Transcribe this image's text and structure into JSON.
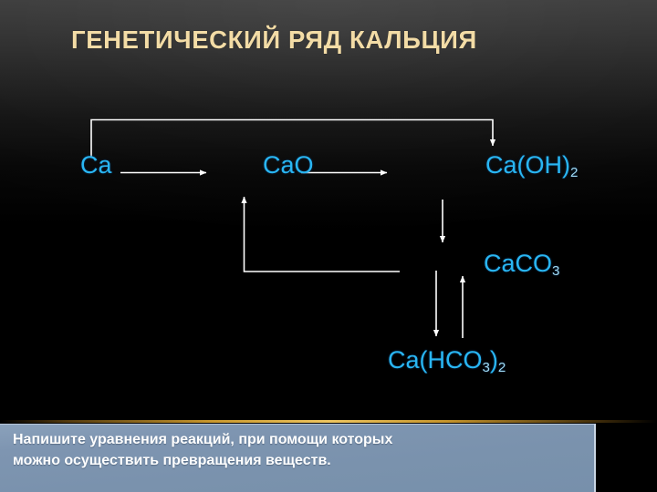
{
  "slide": {
    "title": "ГЕНЕТИЧЕСКИЙ РЯД КАЛЬЦИЯ",
    "title_color": "#f3dca6",
    "background_color": "#000000",
    "formula_color": "#29b6f2",
    "arrow_color": "#ffffff"
  },
  "formulas": {
    "calcium": "Ca",
    "calcium_oxide": "CaO",
    "calcium_hydroxide_main": "Ca(OH)",
    "calcium_hydroxide_sub": "2",
    "calcium_carbonate_main": "CaCO",
    "calcium_carbonate_sub": "3",
    "calcium_bicarbonate_part1": "Ca(HCO",
    "calcium_bicarbonate_sub1": "3",
    "calcium_bicarbonate_part2": ")",
    "calcium_bicarbonate_sub2": "2"
  },
  "caption": {
    "text": "Напишите уравнения реакций, при помощи которых можно осуществить превращения веществ.",
    "background_color": "#7e95b1",
    "text_color": "#ffffff",
    "accent_line_color": "#eec660"
  }
}
